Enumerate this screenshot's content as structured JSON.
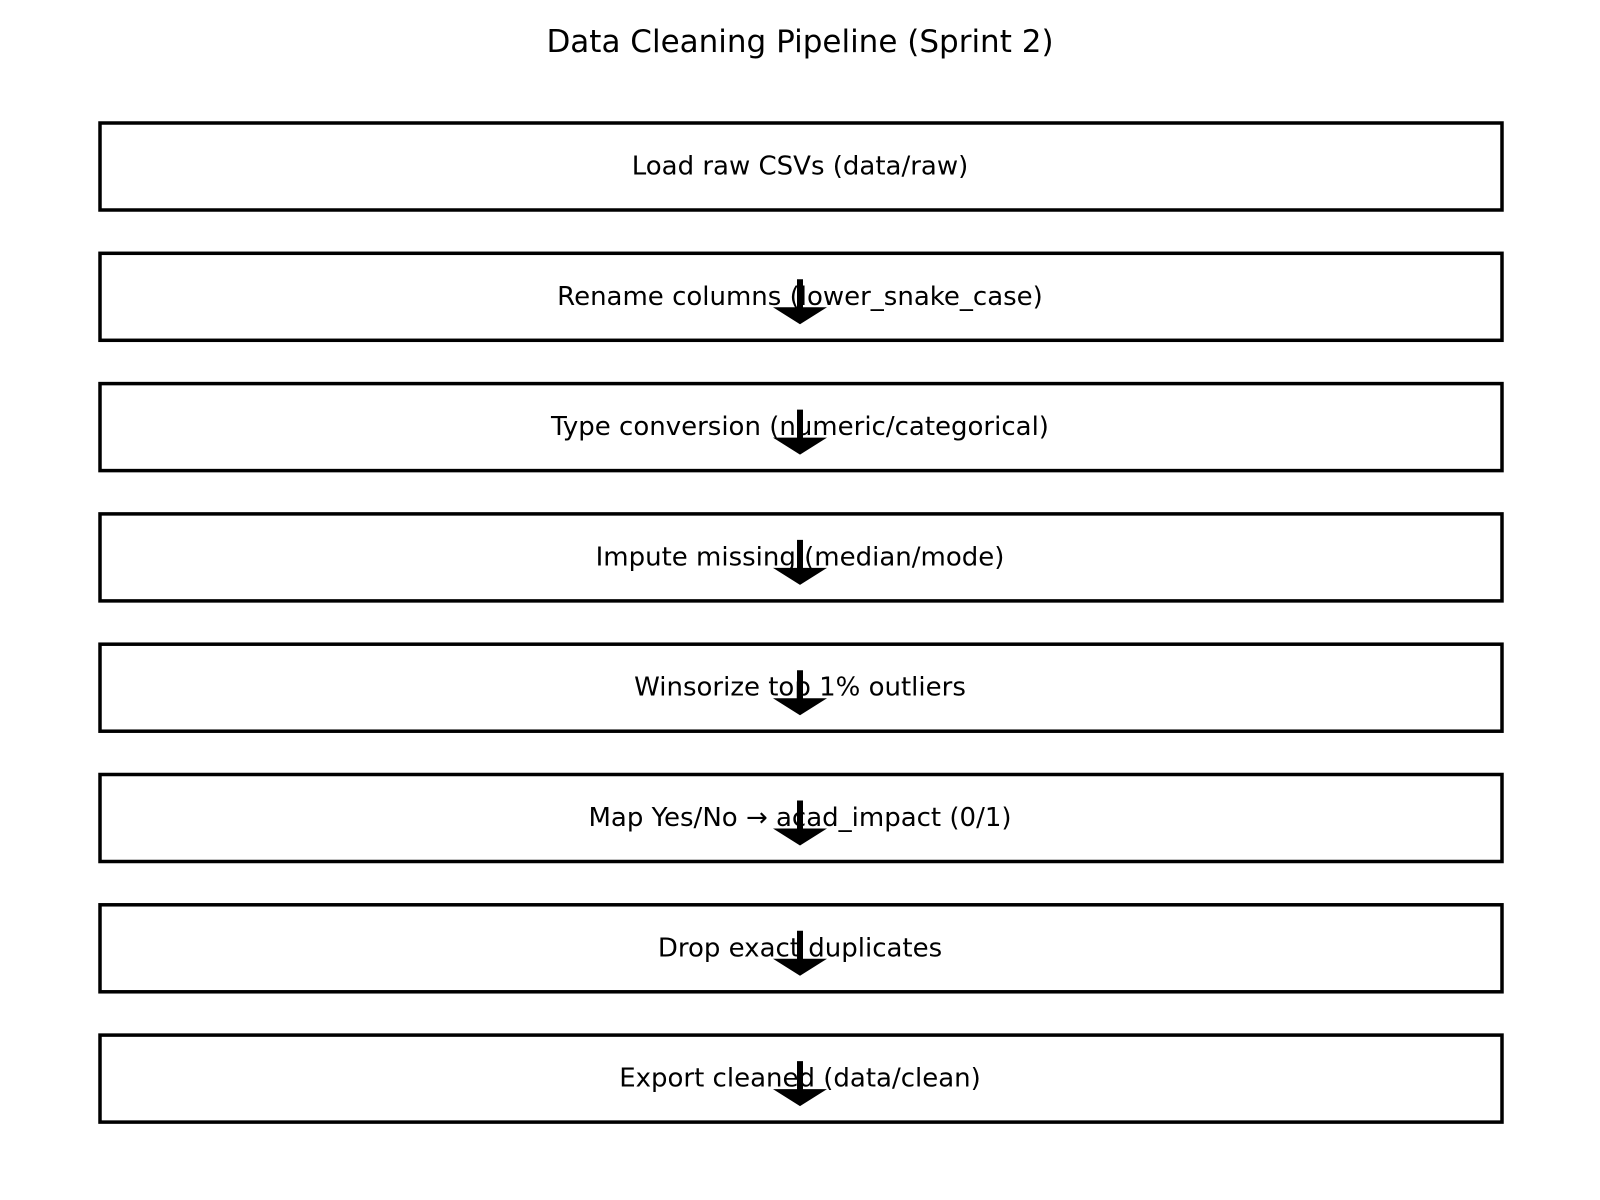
{
  "diagram": {
    "title": "Data Cleaning Pipeline (Sprint 2)",
    "steps": [
      {
        "label": "Load raw CSVs (data/raw)"
      },
      {
        "label": "Rename columns (lower_snake_case)"
      },
      {
        "label": "Type conversion (numeric/categorical)"
      },
      {
        "label": "Impute missing (median/mode)"
      },
      {
        "label": "Winsorize top 1% outliers"
      },
      {
        "label": "Map Yes/No → acad_impact (0/1)"
      },
      {
        "label": "Drop exact duplicates"
      },
      {
        "label": "Export cleaned (data/clean)"
      }
    ],
    "colors": {
      "stroke": "#000000",
      "fill": "#ffffff",
      "arrow": "#000000"
    }
  }
}
